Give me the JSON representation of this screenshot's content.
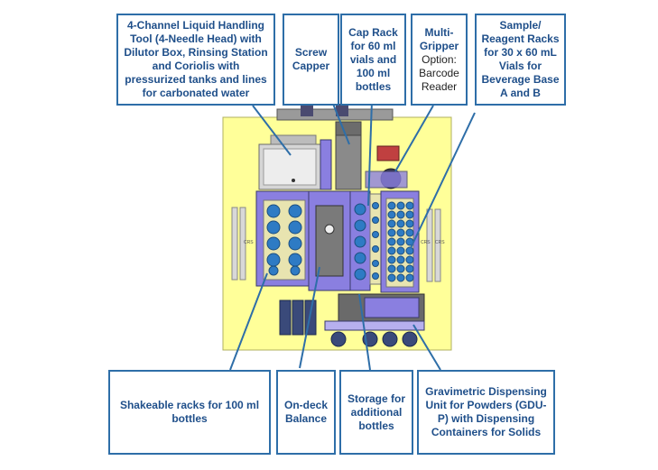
{
  "callouts": {
    "liquid_handling": "4-Channel Liquid Handling Tool (4-Needle Head) with Dilutor Box, Rinsing Station and Coriolis with pressurized tanks and lines for carbonated water",
    "screw_capper": "Screw Capper",
    "cap_rack": "Cap Rack for 60 ml vials and 100 ml bottles",
    "multi_gripper_title": "Multi-Gripper",
    "multi_gripper_option": "Option: Barcode Reader",
    "sample_racks": "Sample/ Reagent Racks for 30 x 60 mL Vials for Beverage Base A and B",
    "shakeable_racks": "Shakeable racks for 100 ml bottles",
    "balance": "On-deck Balance",
    "storage": "Storage for additional bottles",
    "gdu": "Gravimetric Dispensing Unit for Powders (GDU-P) with Dispensing Containers for Solids"
  },
  "deck_labels": [
    "CRS",
    "CRS",
    "CRS"
  ],
  "colors": {
    "callout_border": "#2e6ea8",
    "callout_text": "#1f4f8a",
    "deck_yellow": "#ffff99",
    "module_purple": "#8a7fe0",
    "module_dark": "#3a3a6a",
    "vial_blue": "#2e7bc4",
    "rack_beige": "#e8e4b0"
  }
}
